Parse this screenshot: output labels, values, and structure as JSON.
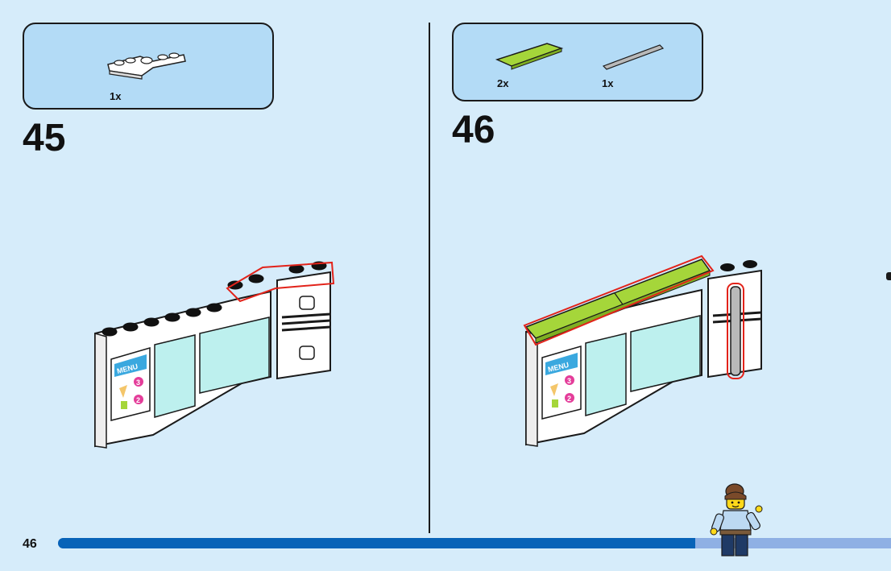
{
  "page": {
    "number": "46"
  },
  "progress": {
    "fraction": 0.765
  },
  "steps": [
    {
      "number": "45",
      "parts": [
        {
          "qty": "1x",
          "part": "white-hinge-plate"
        }
      ]
    },
    {
      "number": "46",
      "parts": [
        {
          "qty": "2x",
          "part": "lime-tile-1x4"
        },
        {
          "qty": "1x",
          "part": "grey-bar"
        }
      ]
    }
  ],
  "menu_sign": {
    "title": "MENU",
    "price_1": "3",
    "price_2": "2"
  },
  "colors": {
    "background": "#d6ecfa",
    "parts_box": "#b3dbf6",
    "progress_fill": "#0863b8",
    "progress_track": "#8fb0e4",
    "highlight": "#e2231a",
    "lime": "#a5d63a",
    "glass": "#bdf0ee",
    "bar_grey": "#b9b9b9"
  }
}
